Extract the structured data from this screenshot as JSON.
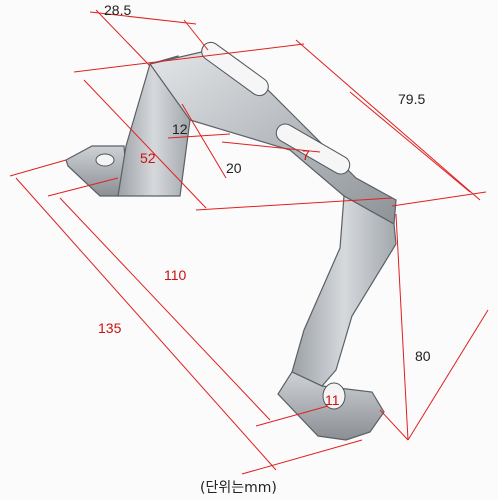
{
  "diagram": {
    "dimensions": [
      {
        "id": "d-28-5",
        "text": "28.5",
        "color": "#222222"
      },
      {
        "id": "d-79-5",
        "text": "79.5",
        "color": "#222222"
      },
      {
        "id": "d-12",
        "text": "12",
        "color": "#222222"
      },
      {
        "id": "d-52",
        "text": "52",
        "color": "#cc1111"
      },
      {
        "id": "d-7",
        "text": "7",
        "color": "#cc1111"
      },
      {
        "id": "d-20",
        "text": "20",
        "color": "#222222"
      },
      {
        "id": "d-110",
        "text": "110",
        "color": "#cc1111"
      },
      {
        "id": "d-135",
        "text": "135",
        "color": "#cc1111"
      },
      {
        "id": "d-80",
        "text": "80",
        "color": "#222222"
      },
      {
        "id": "d-11",
        "text": "11",
        "color": "#cc1111"
      }
    ],
    "caption": "(단위는mm)",
    "colors": {
      "dimension_line": "#e02020",
      "metal_light": "#c9ccd0",
      "metal_dark": "#7d8288",
      "background": "#fbfbfb"
    }
  }
}
